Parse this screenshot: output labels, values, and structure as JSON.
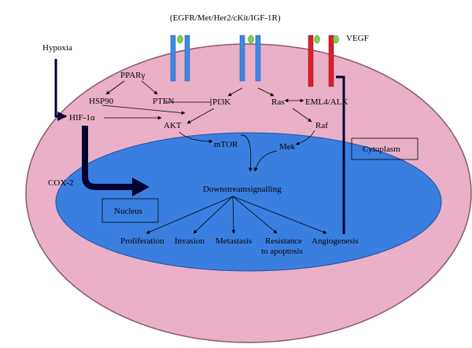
{
  "diagram": {
    "title": "(EGFR/Met/Her2/cKit/IGF-1R)",
    "vegf_label": "VEGF",
    "hypoxia": "Hypoxia",
    "ppar": "PPARγ",
    "hsp90": "HSP90",
    "pten": "PTEN",
    "pi3k": "PI3K",
    "ras": "Ras",
    "eml4_alk": "EML4/ALK",
    "hif1a": "HIF-1α",
    "akt": "AKT",
    "raf": "Raf",
    "mtor": "mTOR",
    "mek": "Mek",
    "cytoplasm": "Cytoplasm",
    "cox2": "COX-2",
    "downstream": "Downstreamsignalling",
    "nucleus": "Nucleus",
    "outcomes": {
      "proliferation": "Proliferation",
      "invasion": "Invasion",
      "metastasis": "Metastasis",
      "resistance_line1": "Resistance",
      "resistance_line2": "to apoptosis",
      "angiogenesis": "Angiogenesis"
    },
    "colors": {
      "cell": "#eab0c8",
      "cell_border": "#8a5a6e",
      "nucleus": "#3a7fe0",
      "nucleus_border": "#2050a0",
      "receptor_blue": "#3d88e8",
      "receptor_red": "#d8202c",
      "ligand": "#7ed348",
      "pathway": "#000033"
    }
  }
}
